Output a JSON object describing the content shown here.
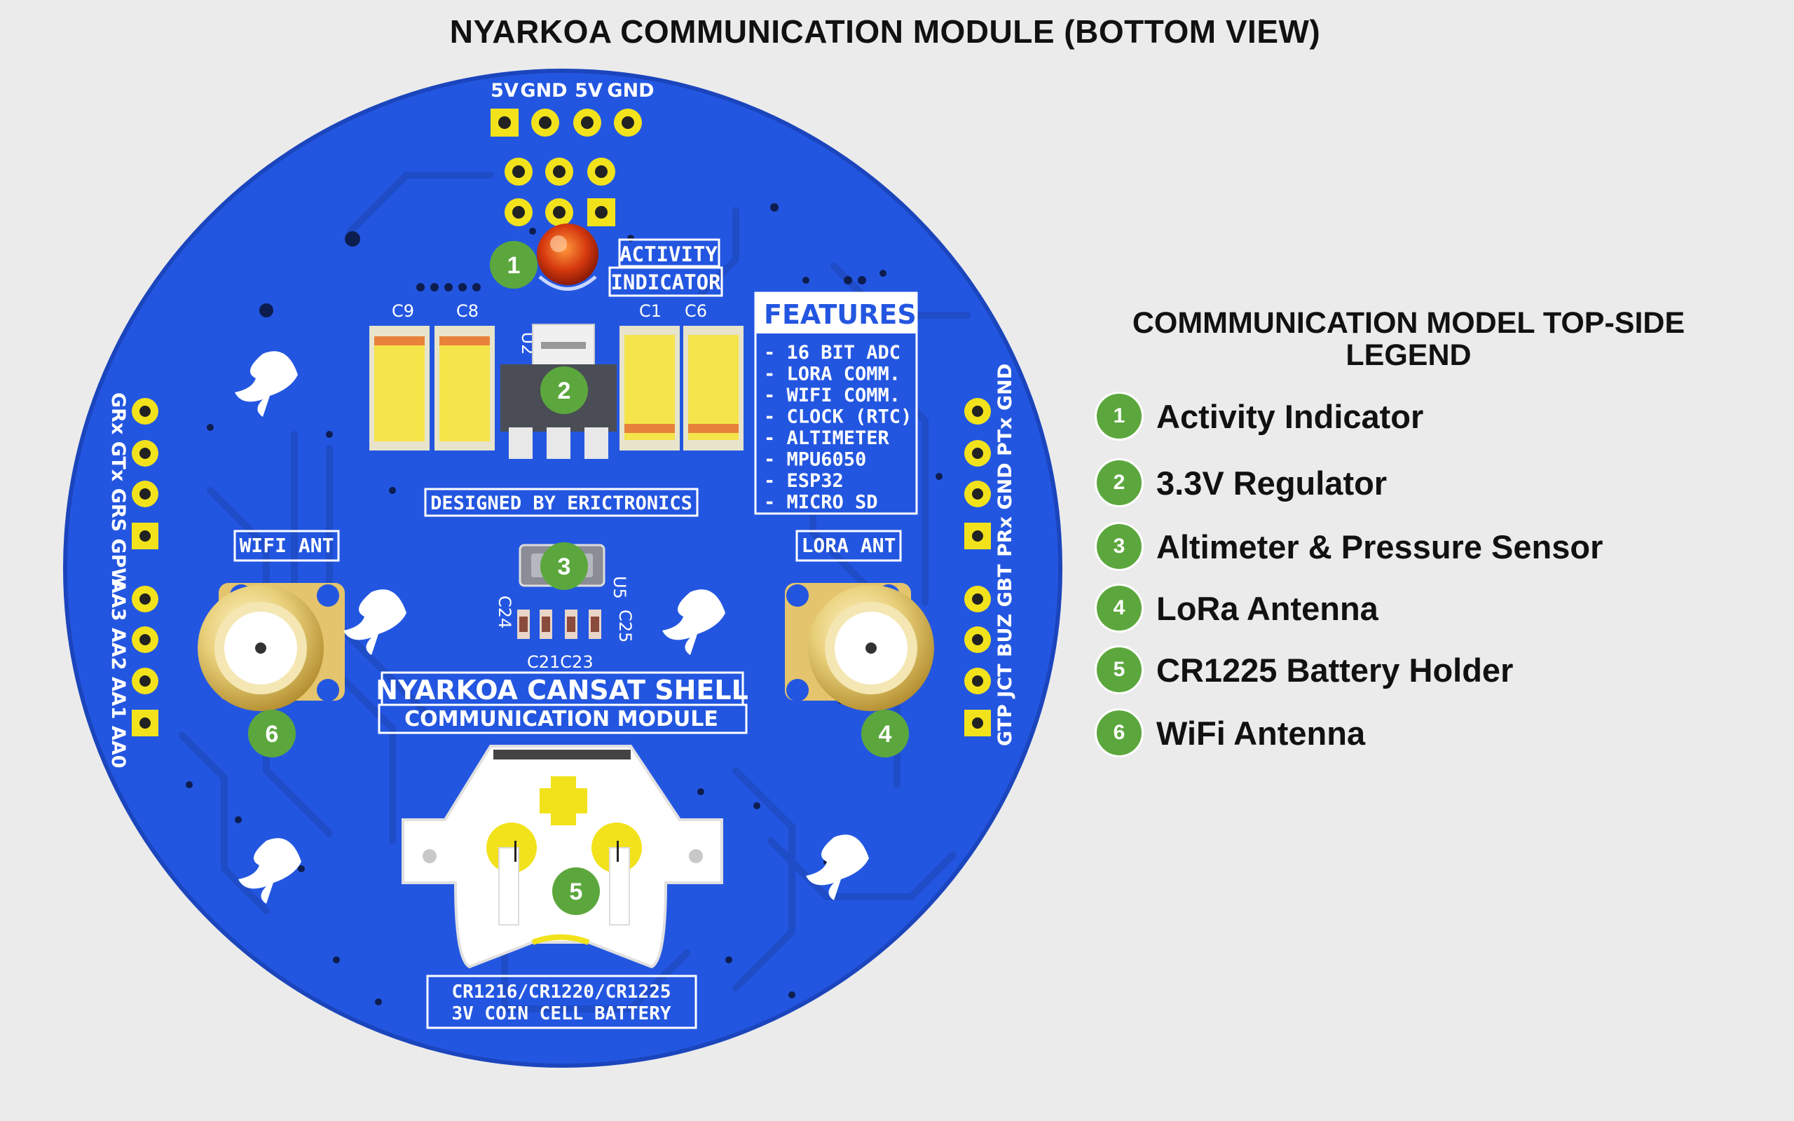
{
  "title": "NYARKOA COMMUNICATION MODULE (BOTTOM VIEW)",
  "board": {
    "top_header_labels": [
      "5V",
      "GND",
      "5V",
      "GND"
    ],
    "activity_label_1": "ACTIVITY",
    "activity_label_2": "INDICATOR",
    "cap_labels": [
      "C9",
      "C8",
      "C1",
      "C6"
    ],
    "u2_label": "U2",
    "features_title": "FEATURES",
    "features": [
      "- 16 BIT ADC",
      "- LORA COMM.",
      "- WIFI COMM.",
      "- CLOCK (RTC)",
      "- ALTIMETER",
      "- MPU6050",
      "- ESP32",
      "- MICRO SD"
    ],
    "designed_by": "DESIGNED BY ERICTRONICS",
    "wifi_ant": "WIFI ANT",
    "lora_ant": "LORA ANT",
    "u5_label": "U5",
    "c24_label": "C24",
    "c25_label": "C25",
    "c21_c23_label": "C21C23",
    "shell_title": "NYARKOA CANSAT SHELL",
    "shell_subtitle": "COMMUNICATION MODULE",
    "battery_line1": "CR1216/CR1220/CR1225",
    "battery_line2": "3V COIN CELL BATTERY",
    "left_pin_labels_top": "GRx GTx GRS GPW",
    "left_pin_labels_bottom": "AA3 AA2 AA1 AA0",
    "right_pin_labels_top": "PRx GND PTx GND",
    "right_pin_labels_bottom": "GTP JCT BUZ GBT",
    "callouts": [
      "1",
      "2",
      "3",
      "4",
      "5",
      "6"
    ]
  },
  "legend": {
    "title": "COMMMUNICATION MODEL TOP-SIDE\nLEGEND",
    "items": [
      {
        "num": "1",
        "label": "Activity Indicator"
      },
      {
        "num": "2",
        "label": "3.3V Regulator"
      },
      {
        "num": "3",
        "label": "Altimeter & Pressure Sensor"
      },
      {
        "num": "4",
        "label": "LoRa Antenna"
      },
      {
        "num": "5",
        "label": "CR1225 Battery Holder"
      },
      {
        "num": "6",
        "label": "WiFi Antenna"
      }
    ]
  },
  "colors": {
    "pcb": "#2356e0",
    "callout": "#5ca73d",
    "pad": "#f2e21c",
    "background": "#ebebeb"
  }
}
